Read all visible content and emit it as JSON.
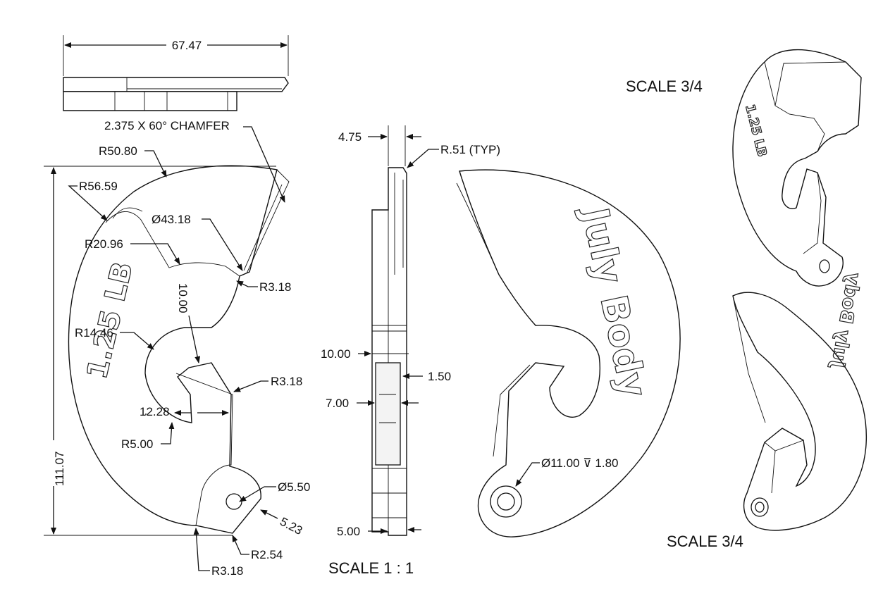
{
  "dimensions": {
    "overall_width": "67.47",
    "chamfer": "2.375 X 60° CHAMFER",
    "r_outer": "R50.80",
    "r_outer2": "R56.59",
    "dia_inner": "Ø43.18",
    "r_notch": "R20.96",
    "r_fillet_top": "R3.18",
    "gap": "10.00",
    "r_center": "R14.46",
    "r_fillet_mid": "R3.18",
    "slot_width": "12.28",
    "r_slot": "R5.00",
    "height": "111.07",
    "hole_dia": "Ø5.50",
    "hole_offset": "5.23",
    "r_tip": "R2.54",
    "r_fillet_bottom": "R3.18",
    "thickness": "4.75",
    "r_edge": "R.51 (TYP)",
    "slot_depth": "10.00",
    "slot_wall": "1.50",
    "slot_inner": "7.00",
    "boss": "5.00",
    "counterbore": "Ø11.00 ⊽ 1.80"
  },
  "labels": {
    "weight_text": "1.25 LB",
    "brand_text": "July Body",
    "scale_iso_top": "SCALE 3/4",
    "scale_iso_bottom": "SCALE 3/4",
    "scale_side": "SCALE 1 : 1",
    "iso_weight_text": "1.25 LB",
    "iso_brand_text": "July Body"
  }
}
